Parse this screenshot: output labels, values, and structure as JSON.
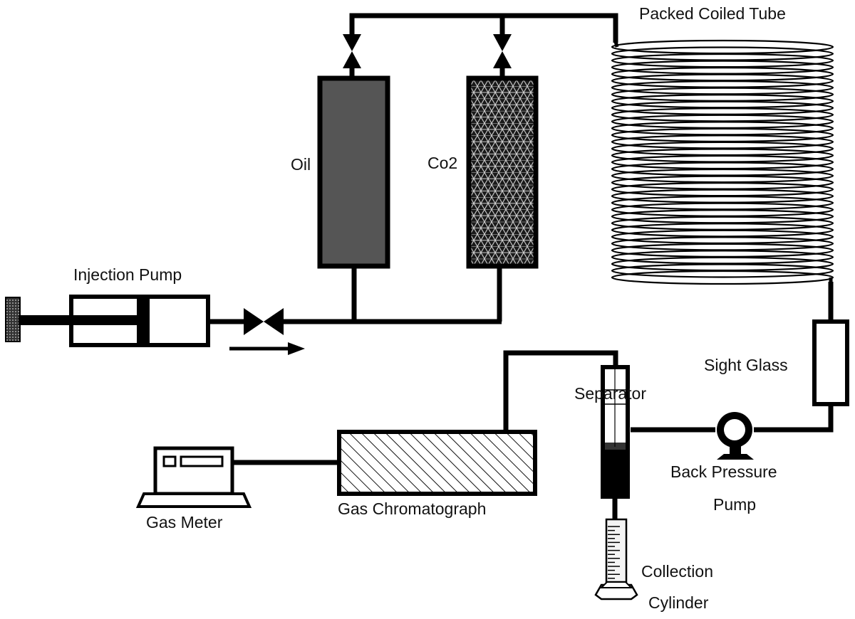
{
  "labels": {
    "packed_coiled_tube": "Packed Coiled Tube",
    "oil": "Oil",
    "co2": "Co2",
    "injection_pump": "Injection Pump",
    "sight_glass": "Sight Glass",
    "separator": "Separator",
    "gas_chromatograph": "Gas Chromatograph",
    "gas_meter": "Gas Meter",
    "back_pressure_pump_line1": "Back Pressure",
    "back_pressure_pump_line2": "Pump",
    "collection_cylinder_line1": "Collection",
    "collection_cylinder_line2": "Cylinder"
  },
  "colors": {
    "line": "#000000",
    "oil_fill": "#555555",
    "background": "#ffffff"
  }
}
